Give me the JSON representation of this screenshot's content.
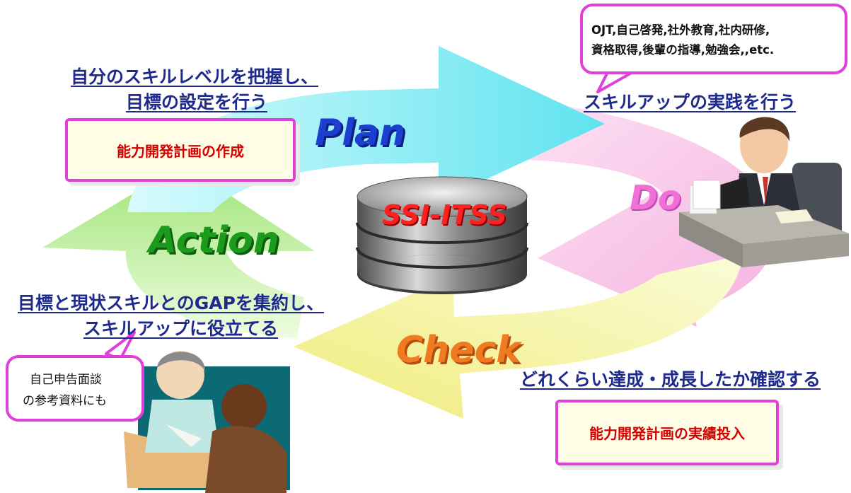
{
  "center": {
    "label": "SSI-ITSS"
  },
  "cycle": {
    "plan": "Plan",
    "do": "Do",
    "check": "Check",
    "action": "Action"
  },
  "plan_section": {
    "heading_line1": "自分のスキルレベルを把握し、",
    "heading_line2": "目標の設定を行う",
    "box_text": "能力開発計画の作成"
  },
  "do_section": {
    "heading": "スキルアップの実践を行う",
    "bubble_line1": "OJT,自己啓発,社外教育,社内研修,",
    "bubble_line2": "資格取得,後輩の指導,勉強会,,etc."
  },
  "check_section": {
    "heading": "どれくらい達成・成長したか確認する",
    "box_text": "能力開発計画の実績投入"
  },
  "action_section": {
    "heading_line1": "目標と現状スキルとのGAPを集約し、",
    "heading_line2": "スキルアップに役立てる",
    "bubble_line1": "自己申告面談",
    "bubble_line2": "の参考資料にも"
  },
  "colors": {
    "plan_arrow": "#6fe8f2",
    "do_arrow": "#f8c0e8",
    "check_arrow": "#f4f090",
    "action_arrow": "#b8ec88",
    "plan_text": "#1c3fd0",
    "do_text": "#f070d8",
    "check_text": "#f07a20",
    "action_text": "#1c9a1c",
    "accent_border": "#e040d8",
    "heading_text": "#1e2a8c"
  }
}
